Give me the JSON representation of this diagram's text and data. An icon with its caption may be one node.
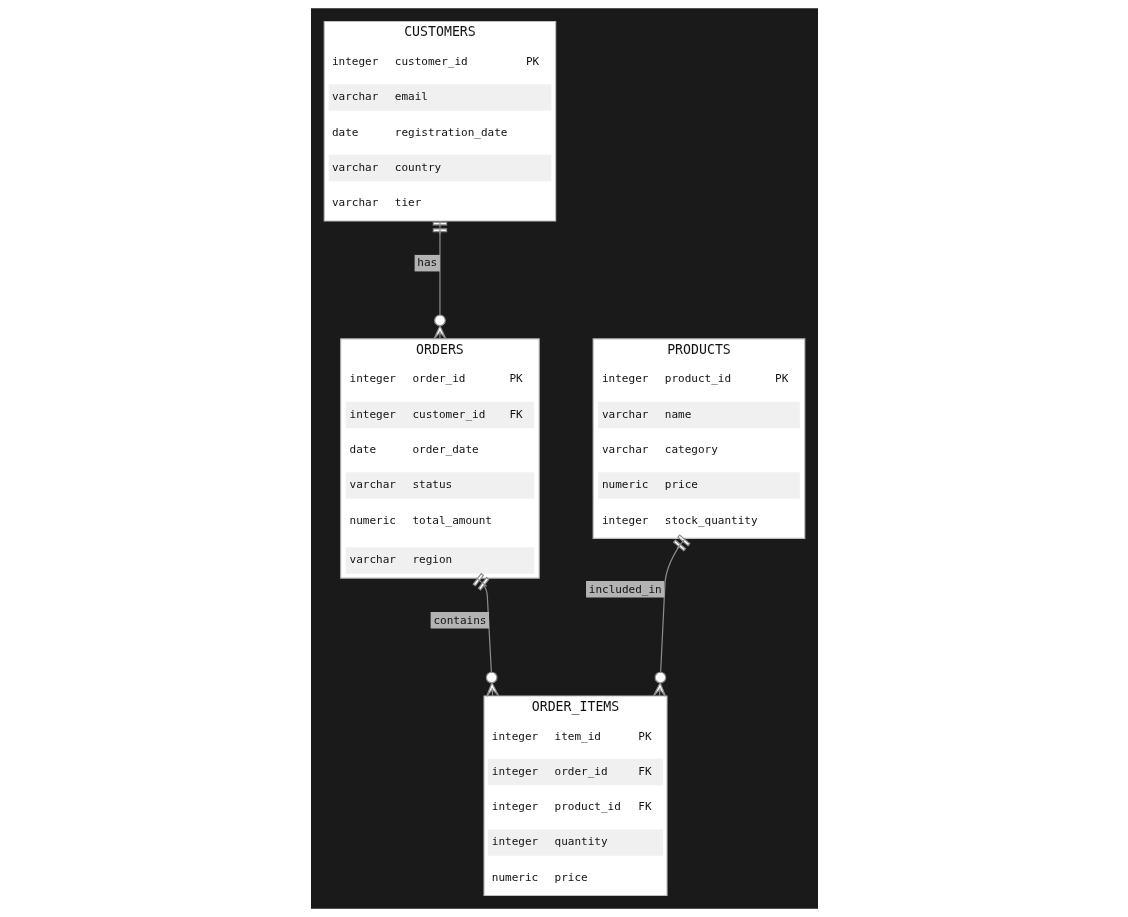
{
  "diagram": {
    "nodes": [
      {
        "text": [
          "CUSTOMERS"
        ]
      },
      {
        "text": [
          "integer",
          "customer_id",
          "PK"
        ],
        "in": 0
      },
      {
        "text": [
          "varchar",
          "email"
        ],
        "in": 0
      },
      {
        "text": [
          "date",
          "registration_date"
        ],
        "in": 0
      },
      {
        "text": [
          "varchar",
          "country"
        ],
        "in": 0
      },
      {
        "text": [
          "varchar",
          "tier"
        ],
        "in": 0
      },
      {
        "text": [
          "ORDERS"
        ]
      },
      {
        "text": [
          "integer",
          "order_id",
          "PK"
        ],
        "in": 6
      },
      {
        "text": [
          "integer",
          "customer_id",
          "FK"
        ],
        "in": 6
      },
      {
        "text": [
          "date",
          "order_date"
        ],
        "in": 6
      },
      {
        "text": [
          "varchar",
          "status"
        ],
        "in": 6
      },
      {
        "text": [
          "numeric",
          "total_amount"
        ],
        "in": 6
      },
      {
        "text": [
          "varchar",
          "region"
        ],
        "in": 6
      },
      {
        "text": [
          "PRODUCTS"
        ]
      },
      {
        "text": [
          "integer",
          "product_id",
          "PK"
        ],
        "in": 13
      },
      {
        "text": [
          "varchar",
          "name"
        ],
        "in": 13
      },
      {
        "text": [
          "varchar",
          "category"
        ],
        "in": 13
      },
      {
        "text": [
          "numeric",
          "price"
        ],
        "in": 13
      },
      {
        "text": [
          "integer",
          "stock_quantity"
        ],
        "in": 13
      },
      {
        "text": [
          "ORDER_ITEMS"
        ]
      },
      {
        "text": [
          "integer",
          "item_id",
          "PK"
        ],
        "in": 19
      },
      {
        "text": [
          "integer",
          "order_id",
          "FK"
        ],
        "in": 19
      },
      {
        "text": [
          "integer",
          "product_id",
          "FK"
        ],
        "in": 19
      },
      {
        "text": [
          "integer",
          "quantity"
        ],
        "in": 19
      },
      {
        "text": [
          "numeric",
          "price"
        ],
        "in": 19
      }
    ],
    "edges": [
      {
        "from": 0,
        "to": 6,
        "arrow": "other",
        "label": "has"
      },
      {
        "from": 6,
        "to": 19,
        "arrow": "other",
        "label": "contains"
      },
      {
        "from": 13,
        "to": 19,
        "arrow": "other",
        "label": "included_in"
      }
    ]
  }
}
